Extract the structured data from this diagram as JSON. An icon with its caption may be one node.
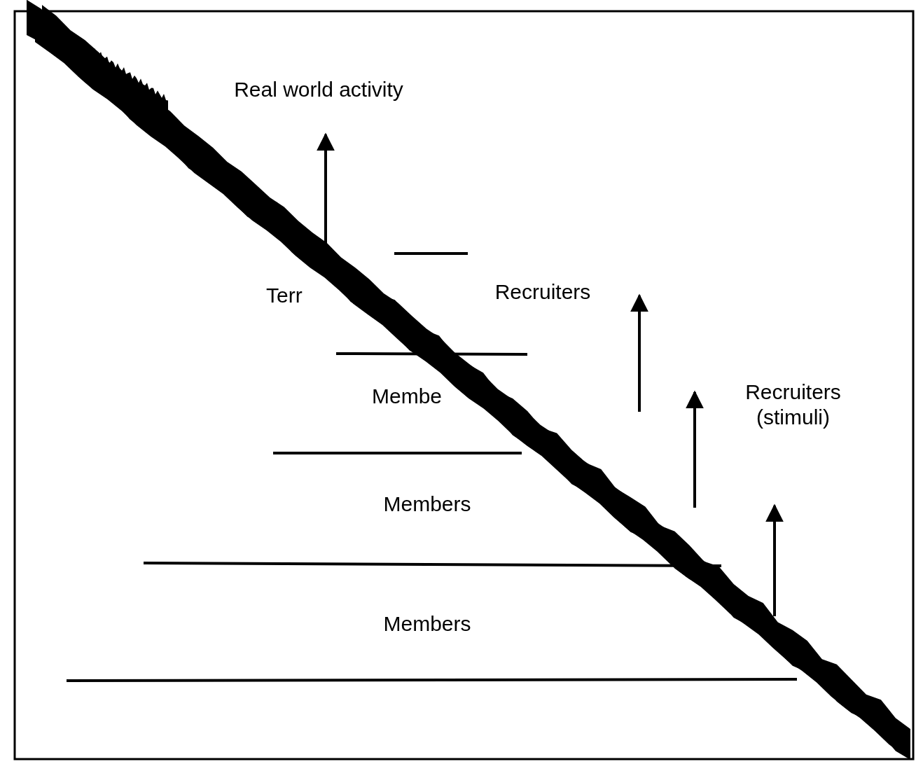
{
  "diagram": {
    "labels": [
      "Real world activity",
      "Terr",
      "Recruiters",
      "Recruiters (stimuli)",
      "Membe",
      "Members",
      "Members"
    ]
  }
}
